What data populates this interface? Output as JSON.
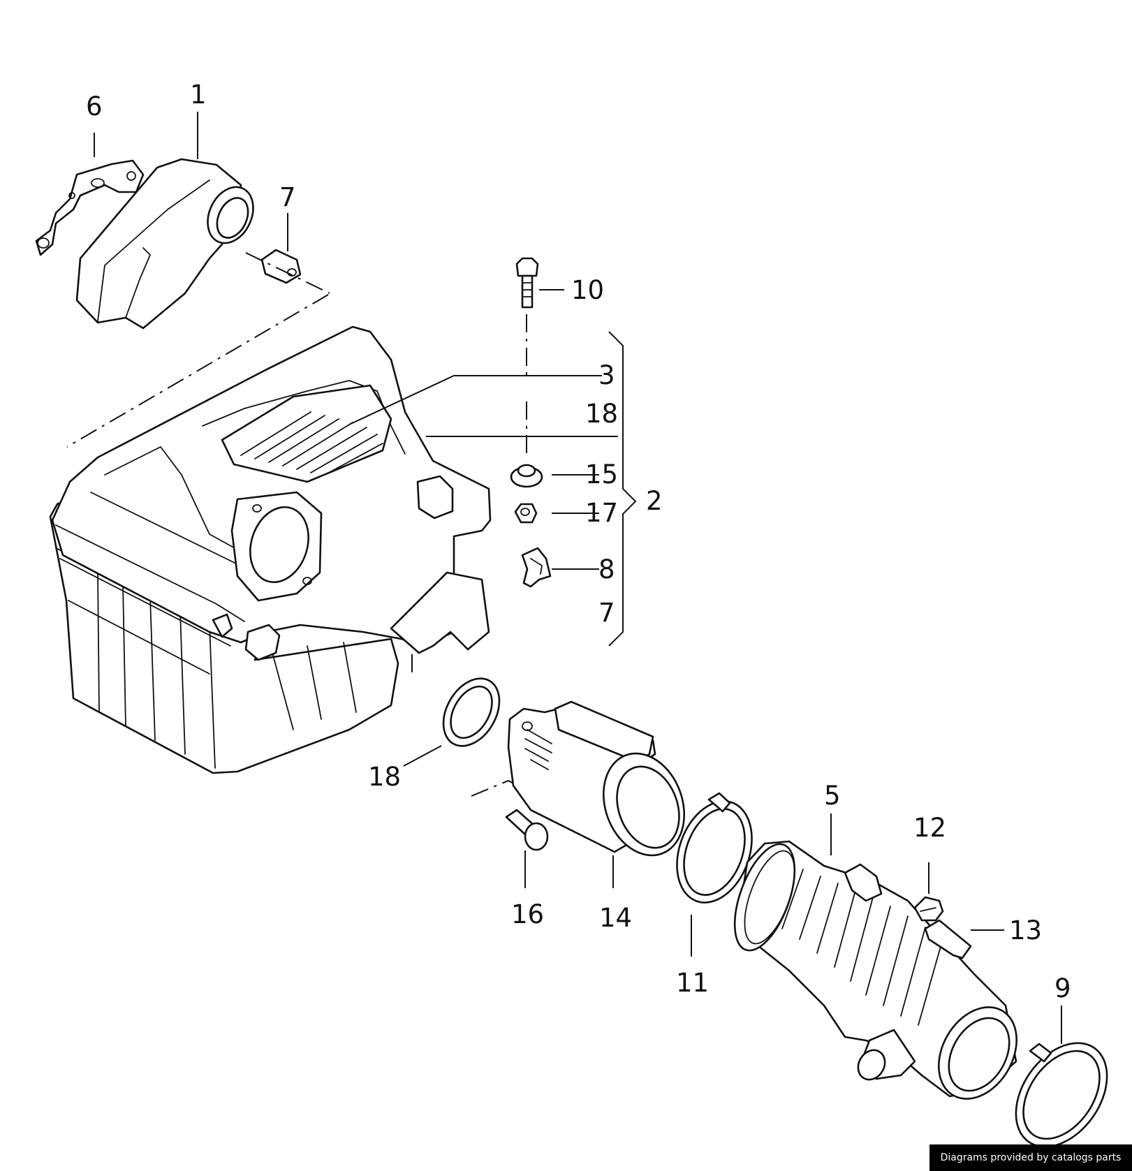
{
  "callouts": [
    {
      "id": "1",
      "label": "1"
    },
    {
      "id": "6",
      "label": "6"
    },
    {
      "id": "7a",
      "label": "7"
    },
    {
      "id": "10",
      "label": "10"
    },
    {
      "id": "3",
      "label": "3"
    },
    {
      "id": "18a",
      "label": "18"
    },
    {
      "id": "15",
      "label": "15"
    },
    {
      "id": "2",
      "label": "2"
    },
    {
      "id": "17",
      "label": "17"
    },
    {
      "id": "8",
      "label": "8"
    },
    {
      "id": "7b",
      "label": "7"
    },
    {
      "id": "18b",
      "label": "18"
    },
    {
      "id": "16",
      "label": "16"
    },
    {
      "id": "14",
      "label": "14"
    },
    {
      "id": "11",
      "label": "11"
    },
    {
      "id": "5",
      "label": "5"
    },
    {
      "id": "12",
      "label": "12"
    },
    {
      "id": "13",
      "label": "13"
    },
    {
      "id": "9",
      "label": "9"
    }
  ],
  "credit": "Diagrams provided by catalogs parts"
}
